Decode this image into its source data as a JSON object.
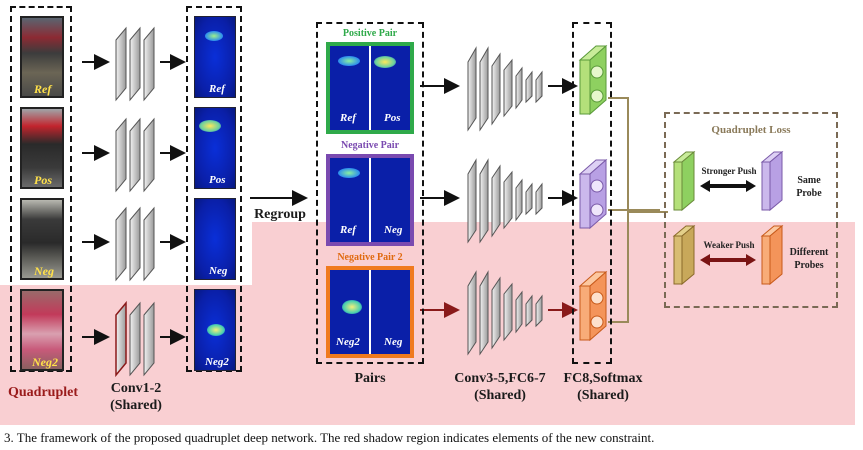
{
  "images": [
    "Ref",
    "Pos",
    "Neg",
    "Neg2"
  ],
  "heatmaps": [
    "Ref",
    "Pos",
    "Neg",
    "Neg2"
  ],
  "regroup_label": "Regroup",
  "pairs": [
    {
      "title": "Positive Pair",
      "left": "Ref",
      "right": "Pos",
      "color": "#2faa4a"
    },
    {
      "title": "Negative Pair",
      "left": "Ref",
      "right": "Neg",
      "color": "#7a4ab0"
    },
    {
      "title": "Negative Pair 2",
      "left": "Neg2",
      "right": "Neg",
      "color": "#f07a1e"
    }
  ],
  "labels": {
    "quadruplet": "Quadruplet",
    "conv12_line1": "Conv1-2",
    "conv12_line2": "(Shared)",
    "pairs": "Pairs",
    "conv35_line1": "Conv3-5,FC6-7",
    "conv35_line2": "(Shared)",
    "fc8_line1": "FC8,Softmax",
    "fc8_line2": "(Shared)"
  },
  "loss": {
    "title": "Quadruplet Loss",
    "stronger_push": "Stronger Push",
    "same_probe_line1": "Same",
    "same_probe_line2": "Probe",
    "weaker_push": "Weaker Push",
    "different_probes_line1": "Different",
    "different_probes_line2": "Probes"
  },
  "caption": "3. The framework of the proposed quadruplet deep network. The red shadow region indicates elements of the new constraint.",
  "colors": {
    "shade": "#f9cfd2",
    "green": "#2faa4a",
    "purple": "#7a4ab0",
    "orange": "#f07a1e",
    "olive": "#8a7a3a"
  }
}
